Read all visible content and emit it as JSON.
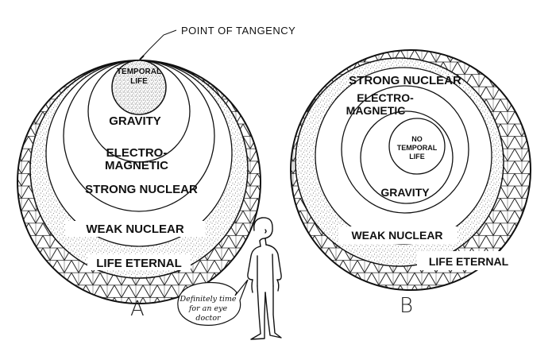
{
  "callout": {
    "text": "POINT OF TANGENCY"
  },
  "diagram_a": {
    "letter": "A",
    "labels": {
      "temporal_1": "TEMPORAL",
      "temporal_2": "LIFE",
      "gravity": "GRAVITY",
      "em_1": "ELECTRO-",
      "em_2": "MAGNETIC",
      "strong": "STRONG NUCLEAR",
      "weak": "WEAK NUCLEAR",
      "life": "LIFE ETERNAL"
    }
  },
  "diagram_b": {
    "letter": "B",
    "labels": {
      "strong": "STRONG NUCLEAR",
      "em_1": "ELECTRO-",
      "em_2": "MAGNETIC",
      "no_1": "NO",
      "no_2": "TEMPORAL",
      "no_3": "LIFE",
      "gravity": "GRAVITY",
      "weak": "WEAK NUCLEAR",
      "life": "LIFE ETERNAL"
    }
  },
  "figure": {
    "speech_1": "Definitely time",
    "speech_2": "for an eye",
    "speech_3": "doctor"
  }
}
